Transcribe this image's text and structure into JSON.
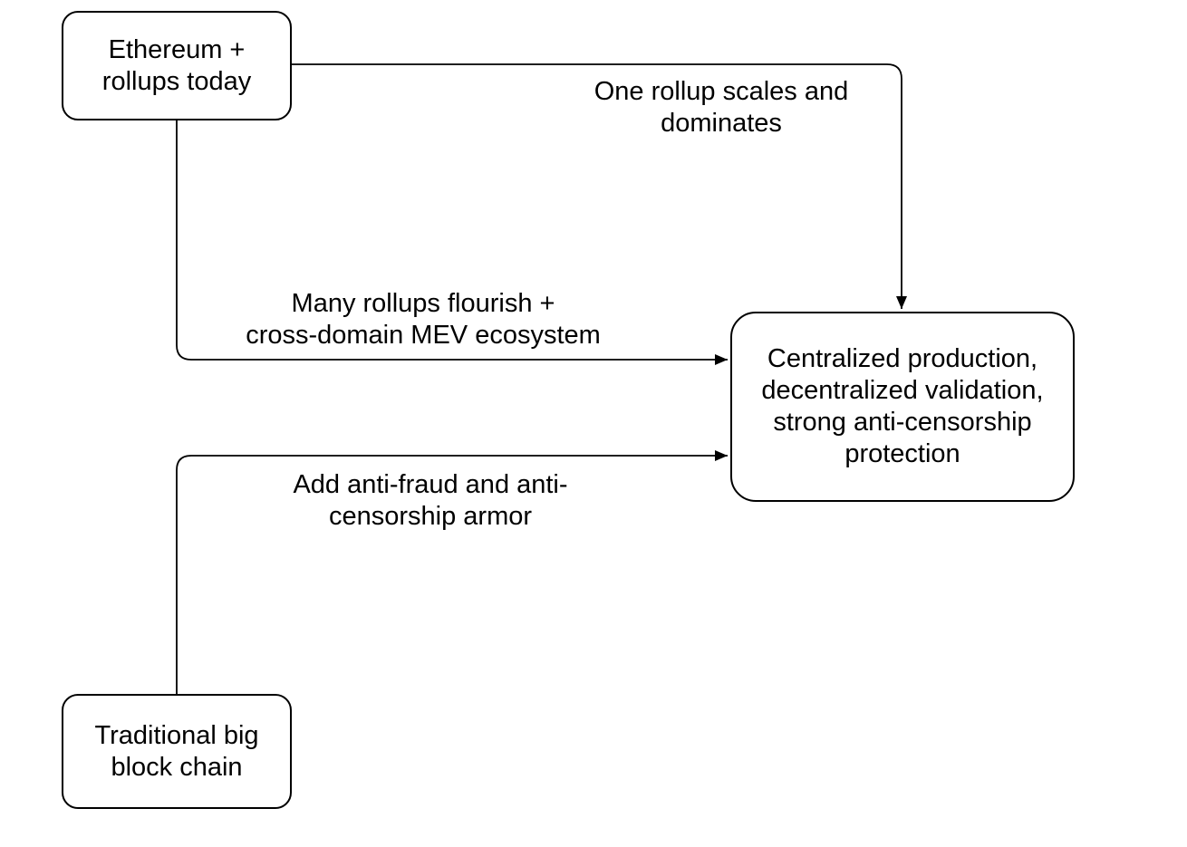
{
  "diagram": {
    "background_color": "#ffffff",
    "stroke_color": "#000000",
    "text_color": "#000000",
    "node_fill_color": "#ffffff",
    "nodes": [
      {
        "id": "ethereum-rollups",
        "label": "Ethereum +\nrollups today"
      },
      {
        "id": "traditional-big-block-chain",
        "label": "Traditional big\nblock chain"
      },
      {
        "id": "endgame",
        "label": "Centralized production,\ndecentralized validation,\nstrong anti-censorship\nprotection"
      }
    ],
    "edges": [
      {
        "id": "one-rollup-dominates",
        "from": "ethereum-rollups",
        "to": "endgame",
        "label": "One rollup scales and\ndominates"
      },
      {
        "id": "many-rollups-flourish",
        "from": "ethereum-rollups",
        "to": "endgame",
        "label": "Many rollups flourish +\ncross-domain MEV ecosystem"
      },
      {
        "id": "add-armor",
        "from": "traditional-big-block-chain",
        "to": "endgame",
        "label": "Add anti-fraud and anti-\ncensorship armor"
      }
    ]
  }
}
